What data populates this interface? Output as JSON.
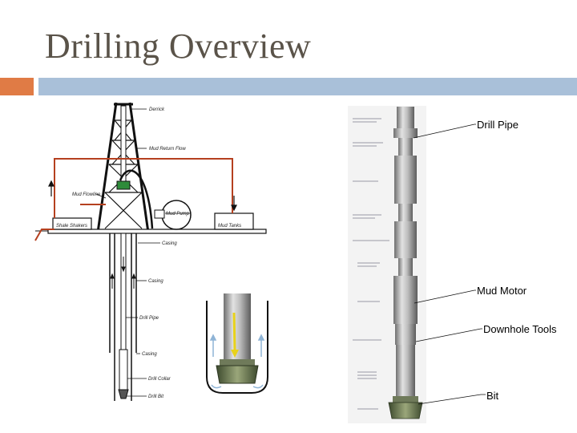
{
  "slide": {
    "title": "Drilling Overview"
  },
  "rig_labels": {
    "derrick": "Derrick",
    "mud_return_flow": "Mud Return Flow",
    "mud_flowline": "Mud Flowline",
    "mud_pump": "Mud Pump",
    "shale_shakers": "Shale Shakers",
    "mud_tanks": "Mud Tanks",
    "casing_upper": "Casing",
    "casing_mid": "Casing",
    "drill_pipe": "Drill Pipe",
    "casing_lower": "Casing",
    "drill_collar": "Drill Collar",
    "drill_bit": "Drill Bit"
  },
  "bha_callouts": {
    "drill_pipe": "Drill Pipe",
    "mud_motor": "Mud Motor",
    "downhole_tools": "Downhole Tools",
    "bit": "Bit"
  },
  "colors": {
    "accent_orange": "#e07b45",
    "accent_blue": "#a9c0d9",
    "mud_flow": "#b5401f",
    "title": "#5a5349"
  }
}
